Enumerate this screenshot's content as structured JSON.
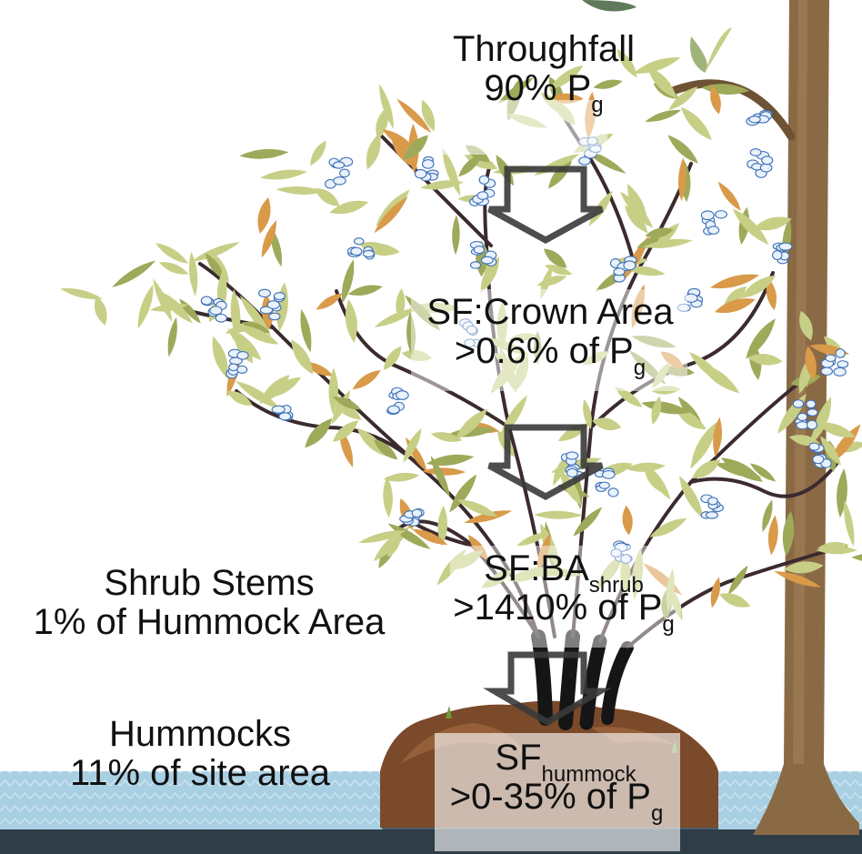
{
  "labels": {
    "throughfall": {
      "title": "Throughfall",
      "value": "90% P",
      "sub": "g"
    },
    "crown": {
      "title": "SF:Crown Area",
      "value": ">0.6% of P",
      "sub": "g"
    },
    "ba": {
      "title_main": "SF:BA",
      "title_sub": "shrub",
      "value": ">1410% of P",
      "sub": "g"
    },
    "hummock_sf": {
      "title_main": "SF",
      "title_sub": "hummock",
      "value": ">0-35% of P",
      "sub": "g"
    },
    "shrub_stems": {
      "line1": "Shrub Stems",
      "line2": "1% of Hummock Area"
    },
    "hummocks": {
      "line1": "Hummocks",
      "line2": "11% of site area"
    }
  },
  "colors": {
    "leaf": "#c7cf86",
    "leaf_dark": "#9ea95a",
    "leaf_autumn": "#d99a4a",
    "branch": "#3b2a2e",
    "trunk": "#8a6a45",
    "water": "#a9cfe3",
    "water_dark": "#2f3d47",
    "soil": "#7a4a2a",
    "arrow": "#3a3a3a",
    "flower": "#e9f1fb"
  }
}
